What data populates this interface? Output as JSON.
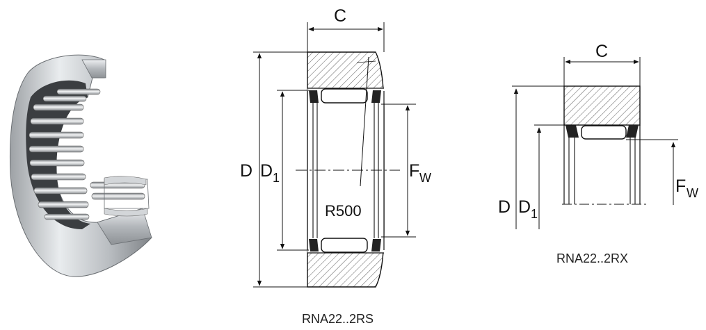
{
  "figure_left": {
    "caption": "RNA22..2RS",
    "labels": {
      "width": "C",
      "outer_diameter": "D",
      "inner_diameter_main": "D",
      "inner_diameter_sub": "1",
      "bore_main": "F",
      "bore_sub": "W",
      "crown_radius": "R500"
    }
  },
  "figure_right": {
    "caption": "RNA22..2RX",
    "labels": {
      "width": "C",
      "outer_diameter": "D",
      "inner_diameter_main": "D",
      "inner_diameter_sub": "1",
      "bore_main": "F",
      "bore_sub": "W"
    }
  }
}
